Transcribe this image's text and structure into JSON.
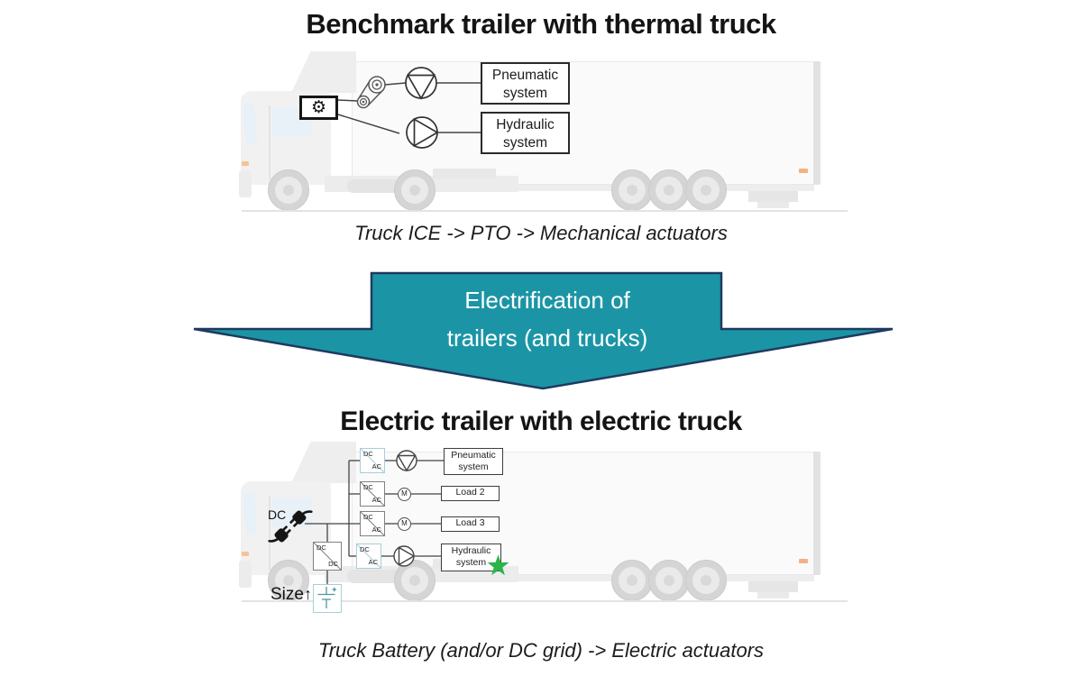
{
  "page": {
    "background": "#ffffff"
  },
  "top_section": {
    "title": "Benchmark trailer with thermal truck",
    "caption": "Truck ICE -> PTO -> Mechanical actuators",
    "pneumatic_box": "Pneumatic system",
    "hydraulic_box": "Hydraulic system"
  },
  "arrow": {
    "line1": "Electrification of",
    "line2": "trailers (and trucks)",
    "fill_color": "#1b95a5",
    "outline_color": "#1e3a5f",
    "text_color": "#ffffff"
  },
  "bottom_section": {
    "title": "Electric trailer with electric truck",
    "caption": "Truck Battery (and/or DC grid) -> Electric actuators",
    "dc_input_label": "DC",
    "size_label": "Size",
    "converter_dc": "DC",
    "converter_ac": "AC",
    "motor_label": "M",
    "loads": [
      "Pneumatic system",
      "Load 2",
      "Load 3",
      "Hydraulic system"
    ],
    "colors": {
      "converter_highlight": "#a9cdd9",
      "converter_gray": "#828282",
      "star_green": "#2cb34a",
      "battery_blue": "#4f96aa",
      "line_gray": "#444444"
    }
  },
  "icons": {
    "gear": "⚙",
    "size_arrow": "↑"
  }
}
